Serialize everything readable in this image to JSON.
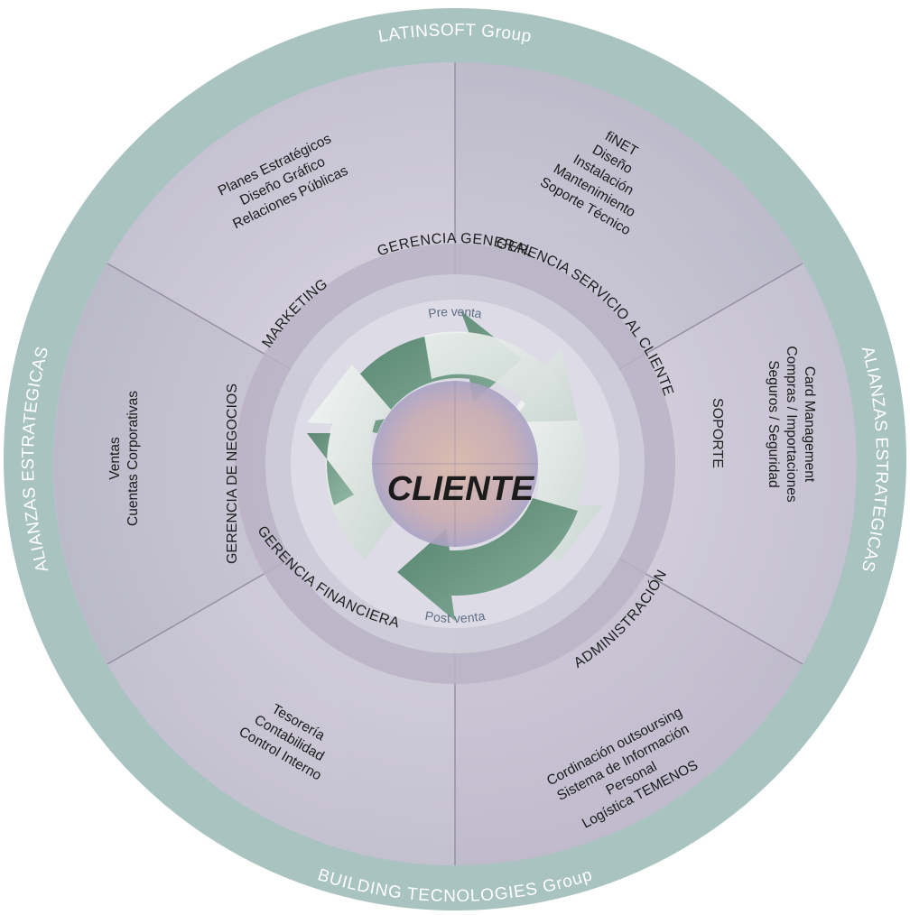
{
  "outer_ring": {
    "top": "LATINSOFT Group",
    "bottom": "BUILDING TECNOLOGIES Group",
    "left": "ALIANZAS ESTRATEGICAS",
    "right": "ALIANZAS ESTRATEGICAS"
  },
  "inner_ring": {
    "top": "GERENCIA GENERAL"
  },
  "phases": {
    "pre": "Pre venta",
    "post": "Post venta"
  },
  "center": "CLIENTE",
  "departments": {
    "marketing": "MARKETING",
    "servicio": "GERENCIA SERVICIO AL CLIENTE",
    "soporte": "SOPORTE",
    "administracion": "ADMINISTRACIÓN",
    "financiera": "GERENCIA FINANCIERA",
    "negocios": "GERENCIA DE NEGOCIOS"
  },
  "items": {
    "marketing": [
      "Planes Estratégicos",
      "Diseño Gráfico",
      "Relaciones Públicas"
    ],
    "servicio": [
      "fiNET",
      "Diseño",
      "Instalación",
      "Mantenimiento",
      "Soporte Técnico"
    ],
    "soporte": [
      "Card Management",
      "Compras / Importaciones",
      "Seguros / Seguridad"
    ],
    "administracion": [
      "Cordinación outsoursing",
      "Sistema de Información",
      "Personal",
      "Logística TEMENOS"
    ],
    "financiera": [
      "Tesorería",
      "Contabilidad",
      "Control Interno"
    ],
    "negocios": [
      "Ventas",
      "Cuentas Corporativas"
    ]
  },
  "colors": {
    "outer_ring": "#a8c3c0",
    "inner_band": "#b8b3c6",
    "arrow_green": "#5f8e78",
    "arrow_light": "#e4ebe8",
    "sector_bg": "#d3d0dd"
  }
}
